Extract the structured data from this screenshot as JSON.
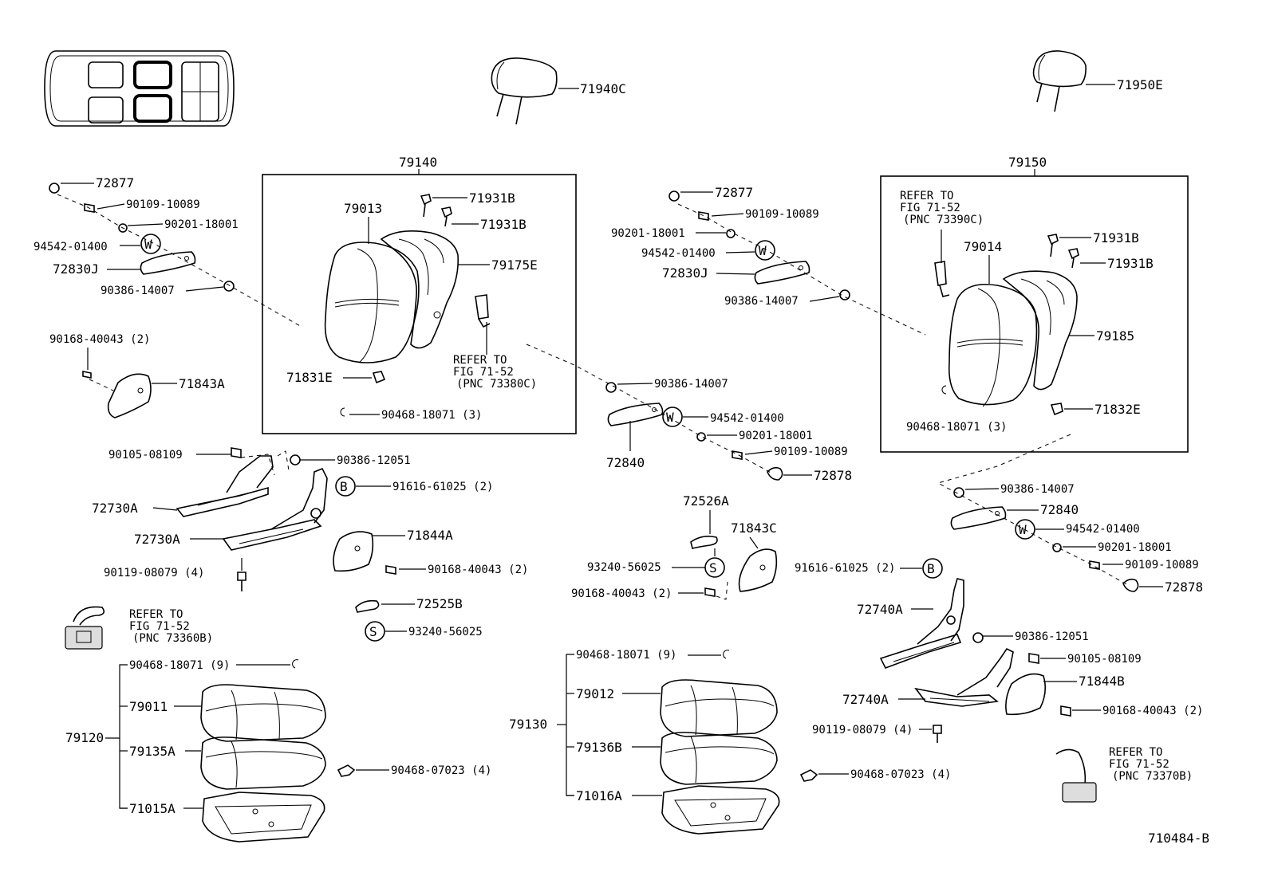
{
  "diagram_id": "710484-B",
  "groups": {
    "left_seatback_assembly": "79140",
    "right_seatback_assembly": "79150",
    "left_cushion_assembly": "79120",
    "right_cushion_assembly": "79130"
  },
  "headrests": {
    "left": "71940C",
    "right": "71950E"
  },
  "left_back": {
    "cover": "79013",
    "frame": "79175E",
    "guide_a": "71931B",
    "guide_b": "71931B",
    "cap": "71831E",
    "hog_ring": "90468-18071 (3)",
    "refer": [
      "REFER TO",
      "FIG 71-52",
      "(PNC 73380C)"
    ]
  },
  "right_back": {
    "cover": "79014",
    "frame": "79185",
    "guide_a": "71931B",
    "guide_b": "71931B",
    "cap": "71832E",
    "hog_ring": "90468-18071 (3)",
    "refer": [
      "REFER TO",
      "FIG 71-52",
      "(PNC 73390C)"
    ]
  },
  "left_armrest": {
    "cap": "72877",
    "bolt": "90109-10089",
    "washer": "90201-18001",
    "w_part": "94542-01400",
    "armrest": "72830J",
    "bushing": "90386-14007"
  },
  "center_armrest": {
    "cap": "72877",
    "bolt": "90109-10089",
    "washer": "90201-18001",
    "w_part": "94542-01400",
    "armrest": "72830J",
    "bushing": "90386-14007"
  },
  "mid_armrest": {
    "bushing": "90386-14007",
    "w_part": "94542-01400",
    "washer": "90201-18001",
    "bolt": "90109-10089",
    "armrest": "72840",
    "cap": "72878"
  },
  "right_armrest": {
    "bushing": "90386-14007",
    "armrest": "72840",
    "w_part": "94542-01400",
    "washer": "90201-18001",
    "bolt": "90109-10089",
    "cap": "72878"
  },
  "left_recliner": {
    "screw": "90168-40043 (2)",
    "cover": "71843A",
    "bolt": "90105-08109",
    "bushing": "90386-12051",
    "b_part": "91616-61025 (2)",
    "adjuster_a": "72730A",
    "adjuster_b": "72730A",
    "cover_b": "71844A",
    "screw_b": "90168-40043 (2)",
    "bolt_b": "90119-08079 (4)",
    "knob": "72525B",
    "s_part": "93240-56025"
  },
  "left_belt_refer": [
    "REFER TO",
    "FIG 71-52",
    "(PNC 73360B)"
  ],
  "center_recliner": {
    "knob": "72526A",
    "cover": "71843C",
    "s_part": "93240-56025",
    "screw": "90168-40043 (2)"
  },
  "right_recliner": {
    "b_part": "91616-61025 (2)",
    "adjuster_a": "72740A",
    "bushing": "90386-12051",
    "bolt": "90105-08109",
    "cover": "71844B",
    "adjuster_b": "72740A",
    "screw": "90168-40043 (2)",
    "bolt_b": "90119-08079 (4)"
  },
  "right_belt_refer": [
    "REFER TO",
    "FIG 71-52",
    "(PNC 73370B)"
  ],
  "left_cushion": {
    "hog_ring": "90468-18071 (9)",
    "cover": "79011",
    "pad": "79135A",
    "frame": "71015A",
    "clip": "90468-07023 (4)"
  },
  "right_cushion": {
    "hog_ring": "90468-18071 (9)",
    "cover": "79012",
    "pad": "79136B",
    "frame": "71016A",
    "clip": "90468-07023 (4)"
  },
  "symbols": {
    "w": "W",
    "b": "B",
    "s": "S"
  }
}
